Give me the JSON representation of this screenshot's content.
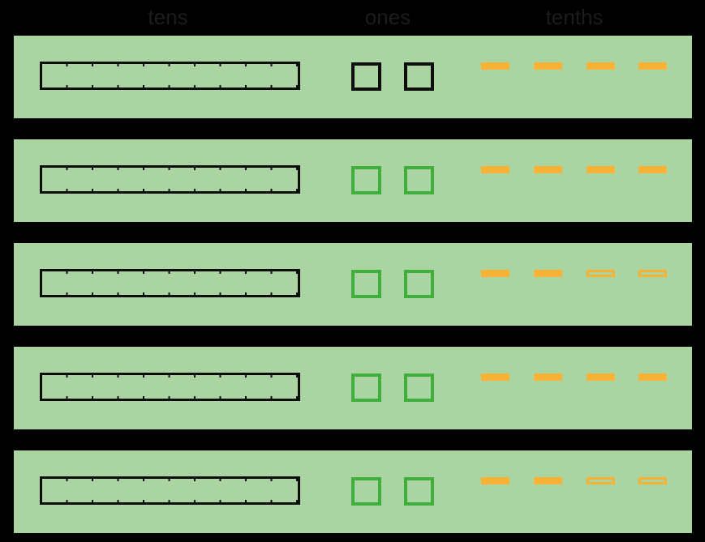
{
  "header": {
    "columns": [
      {
        "id": "tens",
        "label": "tens"
      },
      {
        "id": "ones",
        "label": "ones"
      },
      {
        "id": "tenths",
        "label": "tenths"
      }
    ]
  },
  "colors": {
    "canvas_bg": "#000000",
    "label_text": "#1c1c1c",
    "mat_bg": "#AAD5A2",
    "outline_black": "#0d0d0d",
    "outline_green": "#3FAE3A",
    "orange": "#F9B233"
  },
  "rows": [
    {
      "rod_count": 1,
      "square_count": 2,
      "square_outline": "black",
      "dashes": [
        "filled",
        "filled",
        "filled",
        "filled"
      ]
    },
    {
      "rod_count": 1,
      "square_count": 2,
      "square_outline": "green",
      "dashes": [
        "filled",
        "filled",
        "filled",
        "filled"
      ]
    },
    {
      "rod_count": 1,
      "square_count": 2,
      "square_outline": "green",
      "dashes": [
        "filled",
        "filled",
        "hollow",
        "hollow"
      ]
    },
    {
      "rod_count": 1,
      "square_count": 2,
      "square_outline": "green",
      "dashes": [
        "filled",
        "filled",
        "filled",
        "filled"
      ]
    },
    {
      "rod_count": 1,
      "square_count": 2,
      "square_outline": "green",
      "dashes": [
        "filled",
        "filled",
        "hollow",
        "hollow"
      ]
    }
  ]
}
